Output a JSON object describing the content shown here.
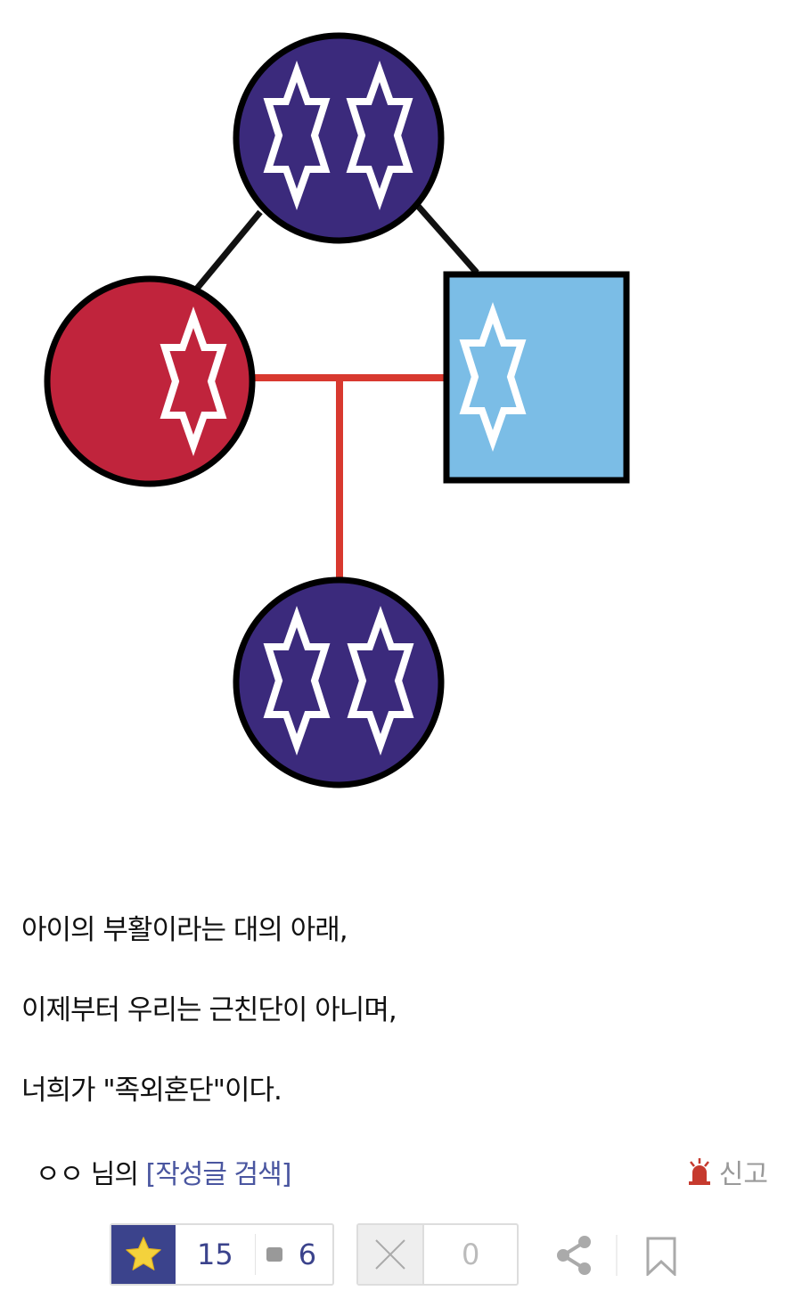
{
  "diagram": {
    "colors": {
      "purple": "#3b2a7c",
      "red": "#c0243c",
      "blue": "#7bbde6",
      "redLine": "#d8392f"
    },
    "nodes": [
      {
        "shape": "circle",
        "color": "purple",
        "stars": 2,
        "role": "top"
      },
      {
        "shape": "circle",
        "color": "red",
        "stars": 1,
        "role": "left"
      },
      {
        "shape": "square",
        "color": "blue",
        "stars": 1,
        "role": "right"
      },
      {
        "shape": "circle",
        "color": "purple",
        "stars": 2,
        "role": "child"
      }
    ]
  },
  "body": {
    "lines": [
      "아이의 부활이라는 대의 아래,",
      "이제부터 우리는 근친단이 아니며,",
      "너희가 \"족외혼단\"이다."
    ]
  },
  "author": {
    "name": "ㅇㅇ 님의",
    "search_link": "[작성글 검색]"
  },
  "report_label": "신고",
  "actions": {
    "recommend_count": "15",
    "fixed_count": "6",
    "nonrecommend_count": "0"
  }
}
